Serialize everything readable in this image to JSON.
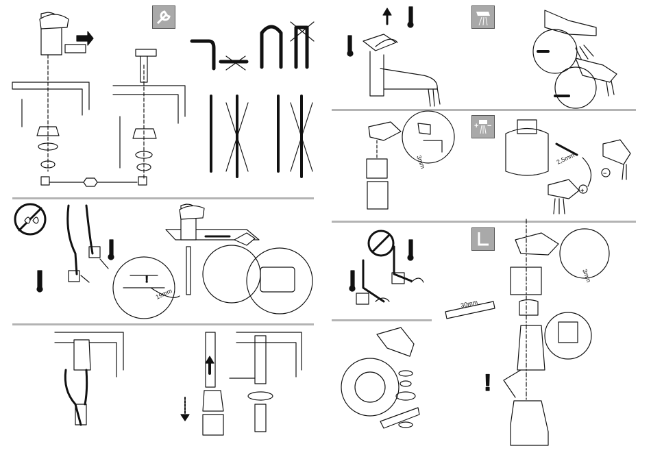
{
  "document": {
    "colors": {
      "divider": "#b3b3b3",
      "icon_box": "#a9a9a9",
      "ink": "#111111"
    },
    "icons": {
      "wrench": "wrench-icon",
      "shower": "shower-spray-icon",
      "hex_key": "hex-key-icon",
      "prohibited": "no-drip-prohibition-icon",
      "plus_minus": "temperature-limit-icon"
    },
    "labels": {
      "wrench_size": "19mm",
      "open_wrench_size": "30mm",
      "hex_key_size_top": "3mm",
      "hex_key_size_small": "2,5mm",
      "hex_key_size_bottom": "3mm",
      "plus": "+",
      "minus": "−",
      "plus_minus_plus": "+",
      "plus_minus_minus": "−"
    }
  }
}
